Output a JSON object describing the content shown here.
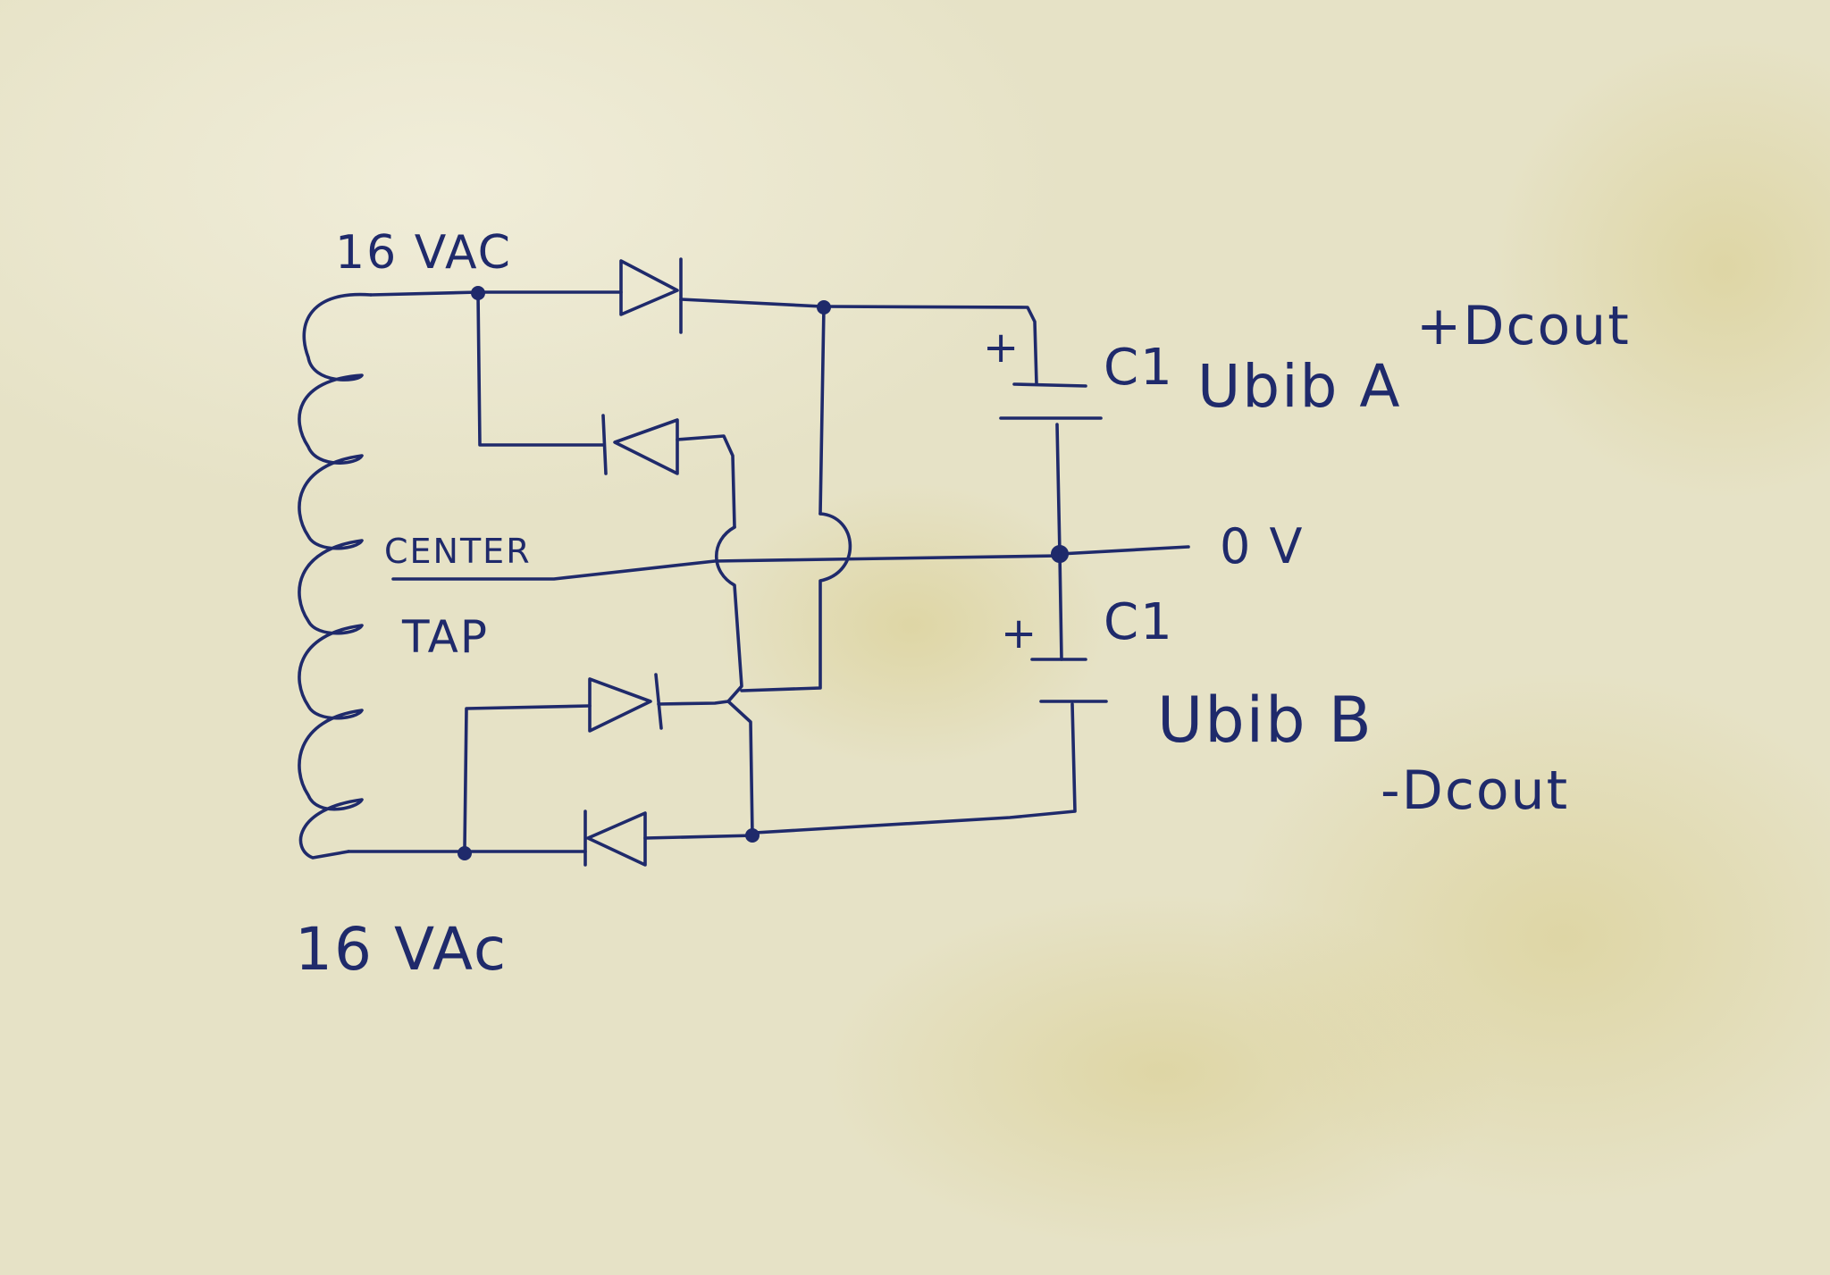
{
  "labels": {
    "top_voltage": "16 VAC",
    "bottom_voltage": "16 VAc",
    "center_1": "CENTER",
    "center_2": "TAP",
    "ground": "0 V",
    "cap_top": "C1",
    "cap_bottom": "C1",
    "rail_a": "Ubib A",
    "rail_b": "Ubib B",
    "pos_out": "+Dcout",
    "neg_out": "-Dcout",
    "plus_top": "+",
    "plus_bottom": "+"
  },
  "colors": {
    "ink": "#1f2a6b",
    "paper": "#e6e2c6",
    "stain": "#cfc48a"
  }
}
